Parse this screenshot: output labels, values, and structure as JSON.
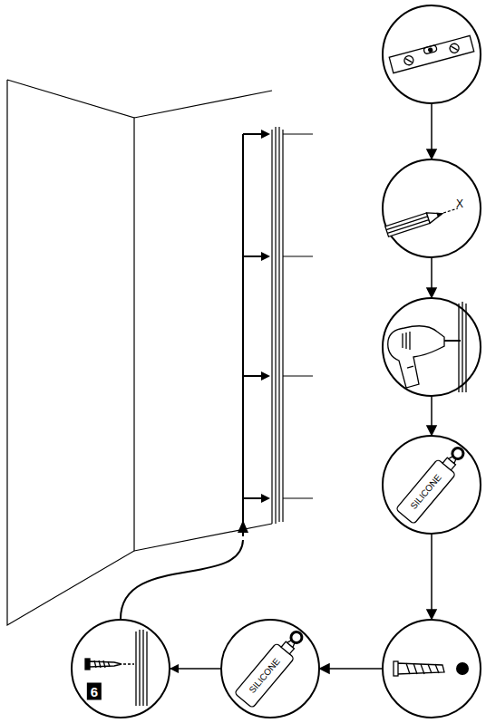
{
  "diagram": {
    "nodes": [
      {
        "text": [
          "X"
        ]
      },
      {
        "text": [
          "SILICONE"
        ]
      },
      {
        "text": [
          "SILICONE"
        ]
      },
      {
        "text": [
          "6"
        ]
      }
    ],
    "edges": [
      {
        "from": 2,
        "to": 3,
        "arrow": "to"
      }
    ]
  }
}
